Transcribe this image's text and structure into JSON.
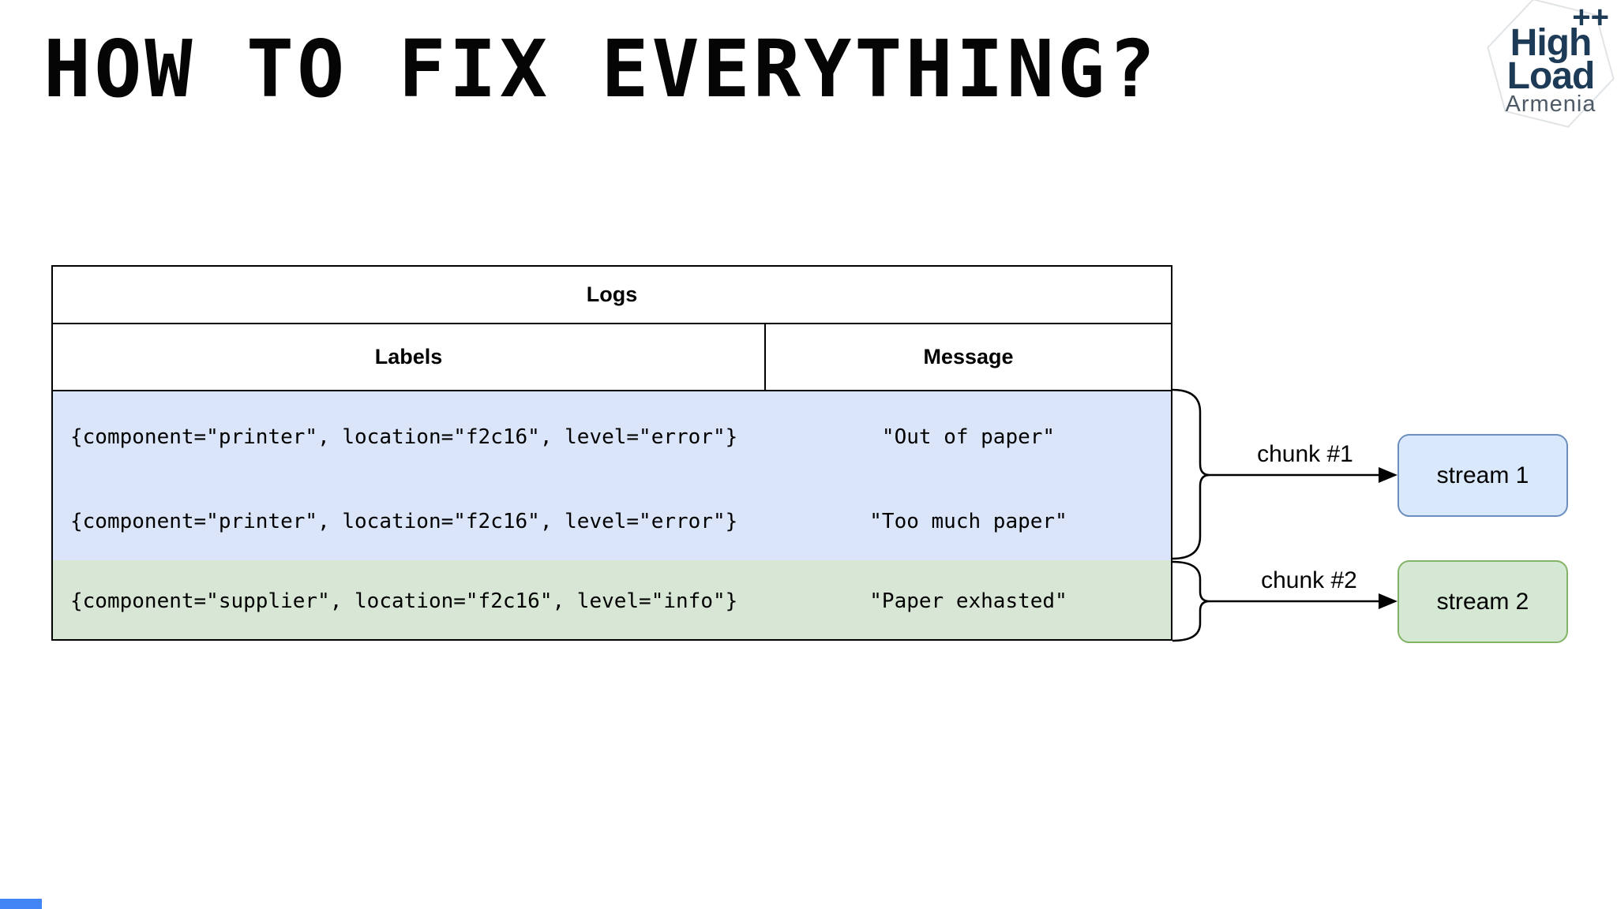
{
  "slide": {
    "title": "HOW TO FIX EVERYTHING?"
  },
  "logo": {
    "plus": "++",
    "word_top": "High",
    "word_bottom": "Load",
    "subtitle": "Armenia",
    "navy": "#1d3a56",
    "subtitle_color": "#4e5a66",
    "hex_border": "#e0e4e7"
  },
  "table": {
    "title": "Logs",
    "columns": [
      "Labels",
      "Message"
    ],
    "rows": [
      {
        "labels": "{component=\"printer\", location=\"f2c16\", level=\"error\"}",
        "message": "\"Out of paper\""
      },
      {
        "labels": "{component=\"printer\", location=\"f2c16\", level=\"error\"}",
        "message": "\"Too much paper\""
      },
      {
        "labels": "{component=\"supplier\", location=\"f2c16\", level=\"info\"}",
        "message": "\"Paper exhasted\""
      }
    ],
    "row_colors": {
      "chunk1_bg": "#dbe5f9",
      "chunk2_bg": "#d8e7d5"
    }
  },
  "chunks": [
    {
      "label": "chunk #1",
      "stream_label": "stream 1",
      "fill": "#dae8fc",
      "stroke": "#6c8ebf"
    },
    {
      "label": "chunk #2",
      "stream_label": "stream 2",
      "fill": "#d5e8d4",
      "stroke": "#82b366"
    }
  ],
  "misc": {
    "corner_color": "#4285f4",
    "line_color": "#000000"
  }
}
